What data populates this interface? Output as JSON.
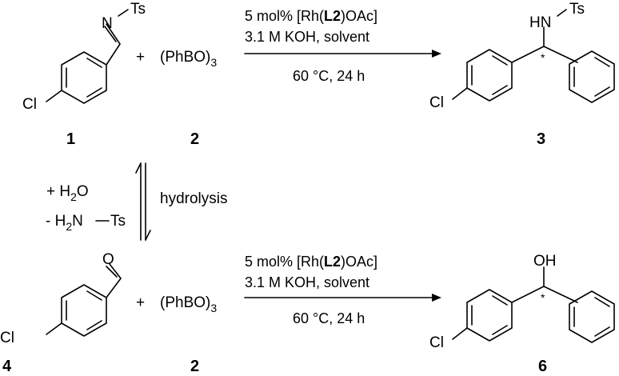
{
  "compound1": {
    "atom_n": "N",
    "group_ts": "Ts",
    "atom_cl": "Cl",
    "number": "1"
  },
  "reagent": {
    "left_plus": "+",
    "formula": "(PhBO)",
    "subscript": "3"
  },
  "reaction_top": {
    "catalyst_prefix": "5 mol% [Rh(",
    "ligand": "L2",
    "catalyst_suffix": ")OAc]",
    "base_solvent": "3.1 M KOH, solvent",
    "temp_time": "60 °C, 24 h"
  },
  "compound3": {
    "hn": "HN",
    "group_ts": "Ts",
    "atom_cl": "Cl",
    "stereo": "*",
    "number": "3"
  },
  "numbers_row1": {
    "reagent_number": "2"
  },
  "hydrolysis": {
    "plus_water_prefix": "+ H",
    "water_sub": "2",
    "water_suffix": "O",
    "minus_amine_prefix": "-  H",
    "amine_sub": "2",
    "amine_suffix": "N",
    "amine_ts": "Ts",
    "label": "hydrolysis"
  },
  "compound4": {
    "atom_o": "O",
    "atom_cl": "Cl",
    "number": "4"
  },
  "reaction_bottom": {
    "catalyst_prefix": "5 mol% [Rh(",
    "ligand": "L2",
    "catalyst_suffix": ")OAc]",
    "base_solvent": "3.1 M KOH, solvent",
    "temp_time": "60 °C, 24 h"
  },
  "compound6": {
    "oh": "OH",
    "atom_cl": "Cl",
    "stereo": "*",
    "number": "6"
  },
  "numbers_row2": {
    "reagent_number": "2"
  }
}
